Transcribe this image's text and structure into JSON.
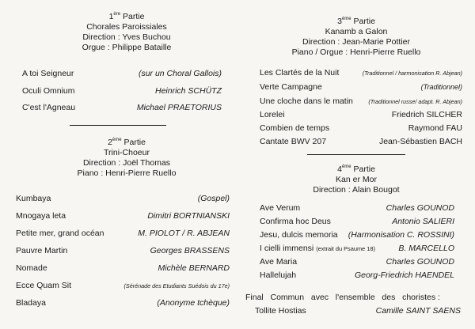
{
  "parts": [
    {
      "id": "p1",
      "number": "1",
      "ordinal": "ère",
      "title_word": "Partie",
      "lines": [
        "Chorales Paroissiales",
        "Direction : Yves Buchou",
        "Orgue : Philippe Bataille"
      ],
      "items": [
        {
          "piece": "A toi Seigneur",
          "composer": "(sur un Choral Gallois)"
        },
        {
          "piece": "Oculi Omnium",
          "composer": "Heinrich SCHÜTZ"
        },
        {
          "piece": "C'est l'Agneau",
          "composer": "Michael PRAETORIUS"
        }
      ]
    },
    {
      "id": "p2",
      "number": "2",
      "ordinal": "ème",
      "title_word": "Partie",
      "lines": [
        "Trini-Choeur",
        "Direction : Joël Thomas",
        "Piano : Henri-Pierre Ruello"
      ],
      "items": [
        {
          "piece": "Kumbaya",
          "composer": "(Gospel)"
        },
        {
          "piece": "Mnogaya leta",
          "composer": "Dimitri BORTNIANSKI"
        },
        {
          "piece": "Petite mer, grand océan",
          "composer": "M. PIOLOT / R. ABJEAN"
        },
        {
          "piece": "Pauvre Martin",
          "composer": "Georges BRASSENS"
        },
        {
          "piece": "Nomade",
          "composer": "Michèle BERNARD"
        },
        {
          "piece": "Ecce Quam Sit",
          "composer": "(Sérénade des Etudiants Suédois du 17e)"
        },
        {
          "piece": "Bladaya",
          "composer": "(Anonyme tchèque)"
        }
      ]
    },
    {
      "id": "p3",
      "number": "3",
      "ordinal": "ème",
      "title_word": "Partie",
      "lines": [
        "Kanamb a Galon",
        "Direction : Jean-Marie Pottier",
        "Piano / Orgue : Henri-Pierre Ruello"
      ],
      "items": [
        {
          "piece": "Les Clartés de la Nuit",
          "composer": "(Traditionnel / harmonisation R. Abjean)"
        },
        {
          "piece": "Verte Campagne",
          "composer": "(Traditionnel)"
        },
        {
          "piece": "Une cloche dans le matin",
          "composer": "(Traditionnel russe/ adapt. R. Abjean)"
        },
        {
          "piece": "Lorelei",
          "composer": "Friedrich SILCHER"
        },
        {
          "piece": "Combien de temps",
          "composer": "Raymond FAU"
        },
        {
          "piece": "Cantate BWV 207",
          "composer": "Jean-Sébastien BACH"
        }
      ]
    },
    {
      "id": "p4",
      "number": "4",
      "ordinal": "ème",
      "title_word": "Partie",
      "lines": [
        "Kan er Mor",
        "Direction : Alain Bougot"
      ],
      "items": [
        {
          "piece": "Ave Verum",
          "composer": "Charles GOUNOD"
        },
        {
          "piece": "Confirma hoc Deus",
          "composer": "Antonio SALIERI"
        },
        {
          "piece": "Jesu, dulcis memoria",
          "composer": "(Harmonisation C. ROSSINI)"
        },
        {
          "piece": "I cielli immensi",
          "piece_extra": "(extrait du Psaume 18)",
          "composer": "B. MARCELLO"
        },
        {
          "piece": "Ave Maria",
          "composer": "Charles GOUNOD"
        },
        {
          "piece": "Hallelujah",
          "composer": "Georg-Friedrich HAENDEL"
        }
      ]
    }
  ],
  "finale": {
    "intro": "Final   Commun   avec   l'ensemble   des   choristes :",
    "piece": "Tollite Hostias",
    "composer": "Camille SAINT SAENS"
  }
}
